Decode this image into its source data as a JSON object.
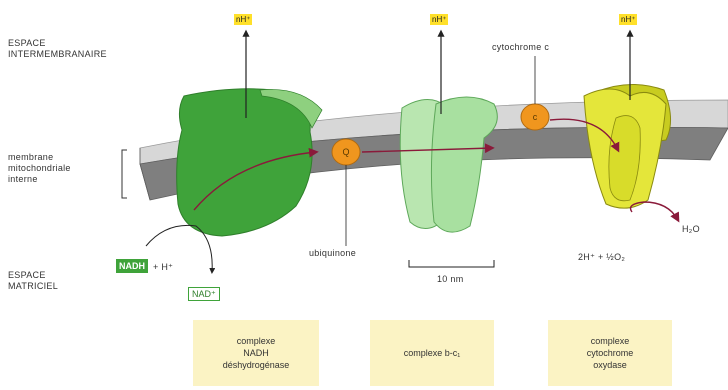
{
  "labels": {
    "intermembrane": "ESPACE\nINTERMEMBRANAIRE",
    "membrane": "membrane\nmitochondriale\ninterne",
    "matrix": "ESPACE\nMATRICIEL",
    "cytochrome_c": "cytochrome c",
    "ubiquinone": "ubiquinone",
    "scale": "10 nm",
    "plus_h": "+ H⁺",
    "h2o": "H₂O",
    "oxygen_reaction": "2H⁺ + ½O₂"
  },
  "proton_labels": [
    "nH⁺",
    "nH⁺",
    "nH⁺"
  ],
  "molecules": {
    "nadh": "NADH",
    "nad": "NAD⁺",
    "q": "Q",
    "c": "c"
  },
  "complexes": [
    {
      "label": "complexe\nNADH\ndéshydrogénase",
      "color": "#3fa33a"
    },
    {
      "label": "complexe b-c₁",
      "color": "#a8e0a0"
    },
    {
      "label": "complexe\ncytochrome\noxydase",
      "color": "#d8dc2a"
    }
  ],
  "colors": {
    "membrane": "#7f7f7f",
    "proton_box": "#ffe02a",
    "carrier": "#f0961e",
    "arrow": "#8a1a3a"
  }
}
